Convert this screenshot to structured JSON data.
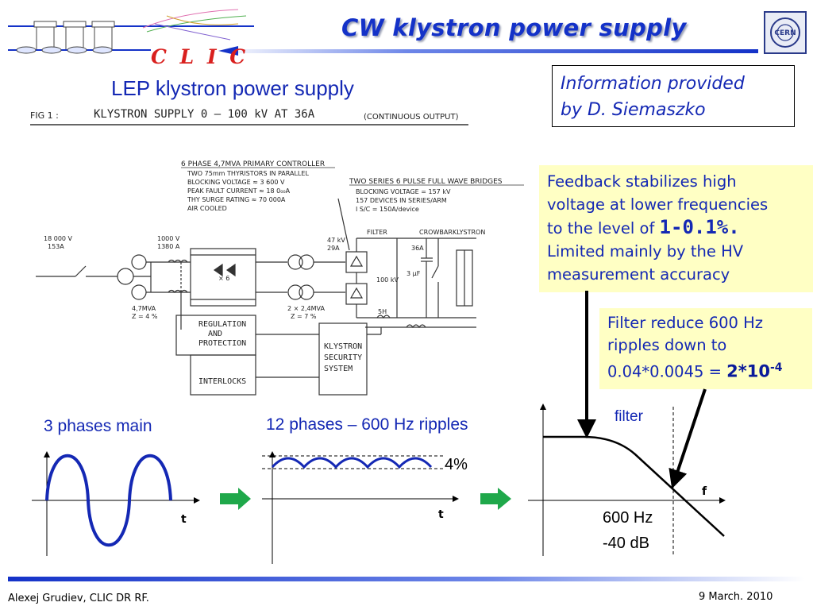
{
  "header": {
    "title": "CW klystron power supply",
    "clic_logo": "C L I C",
    "cern_logo": "CERN"
  },
  "left_title": "LEP klystron power supply",
  "info_box": {
    "line1": "Information provided",
    "line2": "by D. Siemaszko"
  },
  "feedback_box": {
    "line1": "Feedback stabilizes high",
    "line2": "voltage at lower frequencies",
    "line3_prefix": "to the level of",
    "line3_value": "1-0.1%.",
    "line4": "Limited mainly by the HV",
    "line5": "measurement accuracy"
  },
  "filter_box": {
    "line1": "Filter reduce 600 Hz",
    "line2": "ripples down to",
    "line3_prefix": "0.04*0.0045 =",
    "line3_value": "2*10",
    "line3_exp": "-4"
  },
  "schematic": {
    "fig_label": "FIG 1 :",
    "fig_title": "KLYSTRON SUPPLY  0 — 100 kV  AT 36A",
    "fig_subtitle": "(CONTINUOUS OUTPUT)",
    "controller_title": "6 PHASE 4,7MVA PRIMARY CONTROLLER",
    "controller_lines": [
      "TWO 75mm THYRISTORS IN PARALLEL",
      "BLOCKING VOLTAGE ≈ 3 600 V",
      "PEAK FAULT CURRENT ≈ 18 0₀₀A",
      "THY SURGE RATING ≈ 70 000A",
      "AIR COOLED"
    ],
    "bridges_title": "TWO SERIES 6 PULSE FULL WAVE BRIDGES",
    "bridges_lines": [
      "BLOCKING VOLTAGE = 157 kV",
      "157 DEVICES IN SERIES/ARM",
      "I S/C = 150A/device"
    ],
    "input_v": "18 000 V",
    "input_a": "153A",
    "mid_v": "1000 V",
    "mid_a": "1380 A",
    "tr1_rating": "4,7MVA",
    "tr1_z": "Z = 4 %",
    "tr2_rating": "2 × 2,4MVA",
    "tr2_z": "Z = 7 %",
    "out_v": "47 kV",
    "out_a": "29A",
    "filter_label": "FILTER",
    "crowbar_label": "CROWBAR",
    "klystron_label": "KLYSTRON",
    "i36": "36A",
    "v100": "100 kV",
    "cap": "3 μF",
    "ind": "5H",
    "x6": "× 6",
    "regulation": [
      "REGULATION",
      "AND",
      "PROTECTION"
    ],
    "interlocks": "INTERLOCKS",
    "security": [
      "KLYSTRON",
      "SECURITY",
      "SYSTEM"
    ]
  },
  "plots": {
    "three_phase_label": "3 phases main",
    "twelve_phase_label": "12 phases – 600 Hz ripples",
    "ripple_pct": "4%",
    "t_label": "t",
    "filter_label": "filter",
    "f_label": "f",
    "freq_label": "600 Hz",
    "db_label": "-40 dB"
  },
  "footer": {
    "author": "Alexej Grudiev, CLIC DR RF.",
    "date": "9 March. 2010"
  },
  "colors": {
    "title_blue": "#1432c8",
    "clic_red": "#d9201e",
    "box_yellow": "#ffffc4",
    "arrow_green": "#1fa84a",
    "wave_blue": "#1428b4"
  }
}
